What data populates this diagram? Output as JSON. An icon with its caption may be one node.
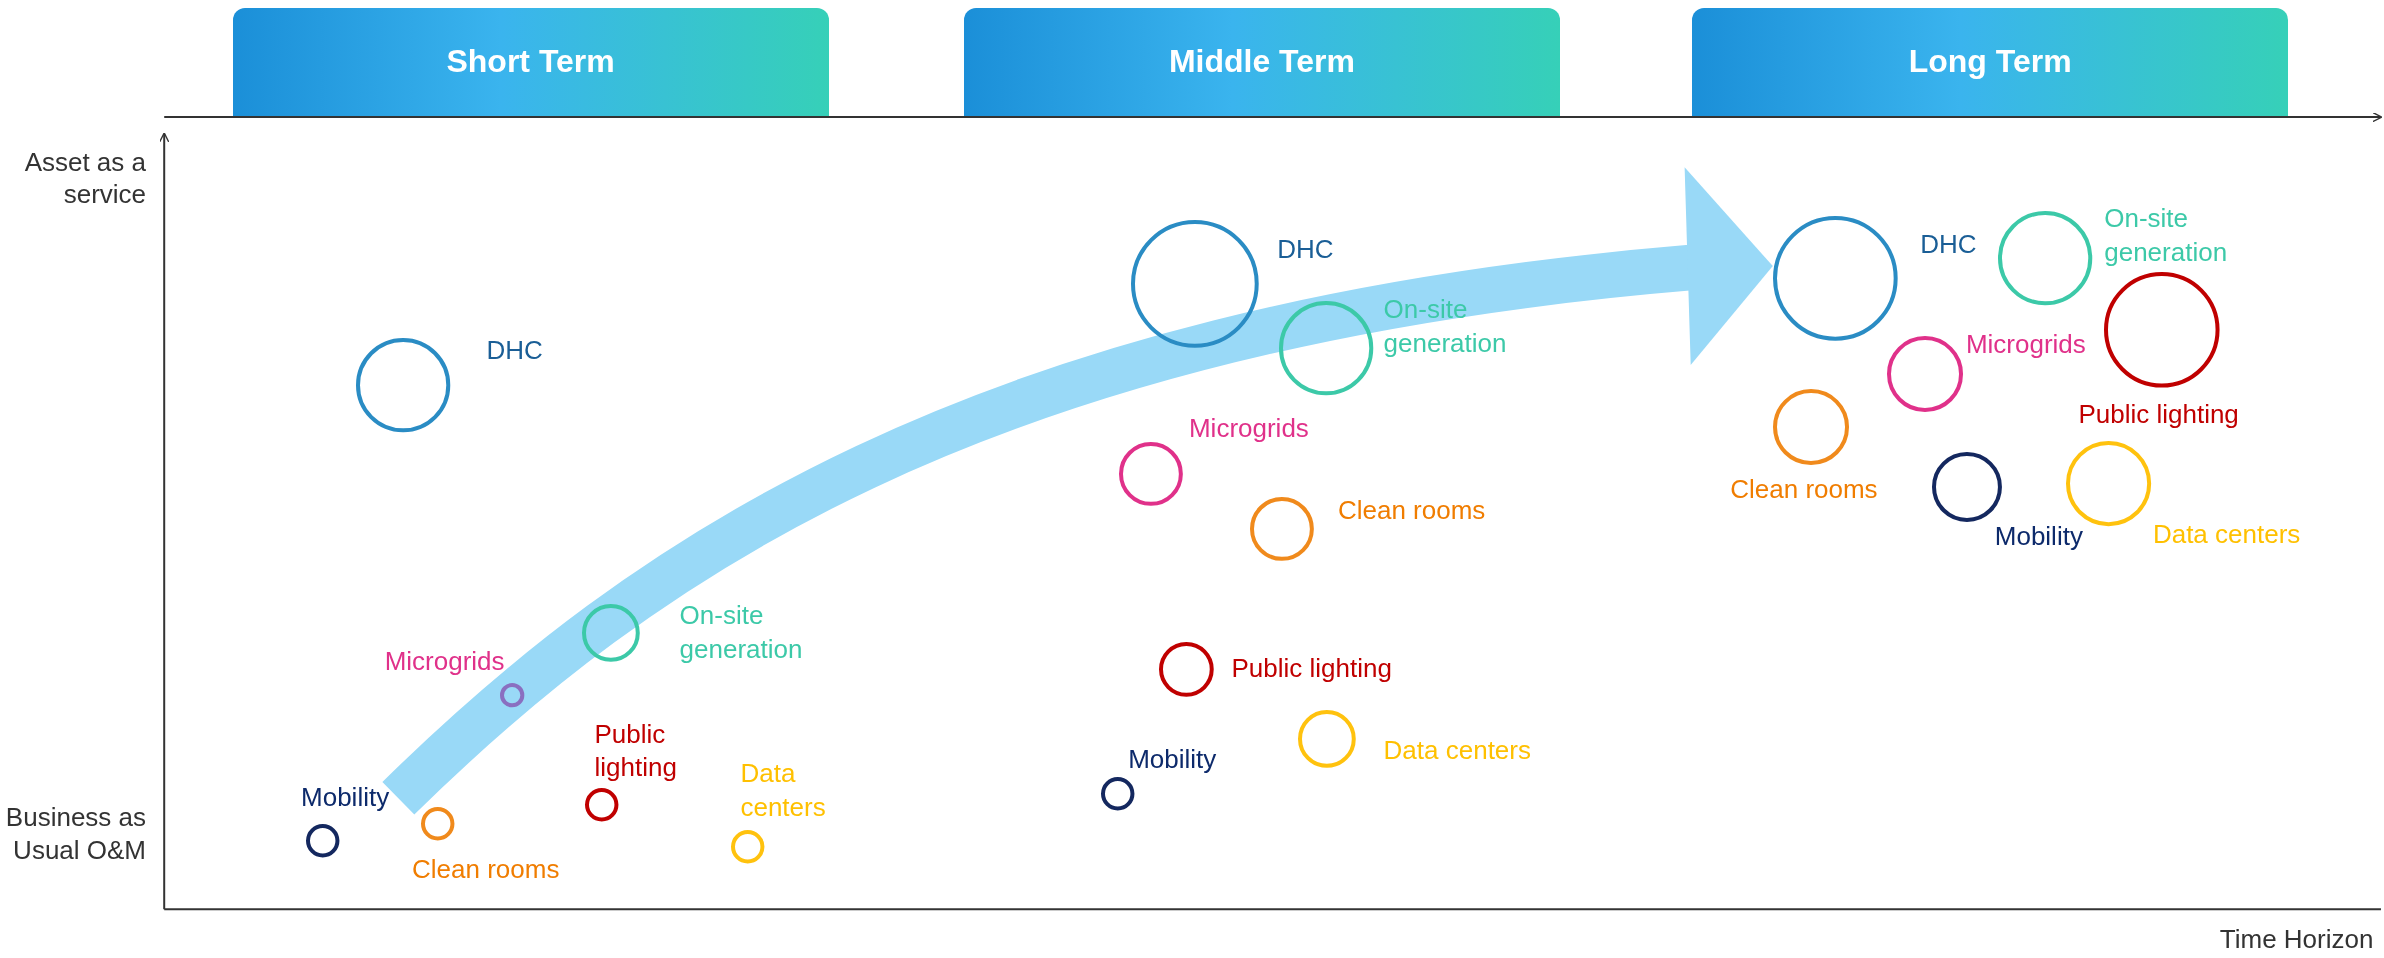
{
  "diagram": {
    "nodes": [
      {
        "text": [
          "Short Term"
        ]
      },
      {
        "text": [
          "Middle Term"
        ]
      },
      {
        "text": [
          "Long Term"
        ]
      },
      {
        "text": [],
        "shape": "circle",
        "beside": [
          "DHC"
        ]
      },
      {
        "text": [],
        "shape": "circle",
        "beside": [
          "On-site generation"
        ]
      },
      {
        "text": [],
        "shape": "circle",
        "beside": [
          "Microgrids"
        ]
      },
      {
        "text": [],
        "shape": "circle",
        "beside": [
          "Public lighting"
        ]
      },
      {
        "text": [],
        "shape": "circle",
        "beside": [
          "Data centers"
        ]
      },
      {
        "text": [],
        "shape": "circle",
        "beside": [
          "Mobility"
        ]
      },
      {
        "text": [],
        "shape": "circle",
        "beside": [
          "Clean rooms"
        ]
      },
      {
        "text": [],
        "shape": "circle",
        "beside": [
          "DHC"
        ]
      },
      {
        "text": [],
        "shape": "circle",
        "beside": [
          "On-site generation"
        ]
      },
      {
        "text": [],
        "shape": "circle",
        "beside": [
          "Microgrids"
        ]
      },
      {
        "text": [],
        "shape": "circle",
        "beside": [
          "Clean rooms"
        ]
      },
      {
        "text": [],
        "shape": "circle",
        "beside": [
          "Public lighting"
        ]
      },
      {
        "text": [],
        "shape": "circle",
        "beside": [
          "Mobility"
        ]
      },
      {
        "text": [],
        "shape": "circle",
        "beside": [
          "Data centers"
        ]
      },
      {
        "text": [],
        "shape": "circle",
        "beside": [
          "DHC"
        ]
      },
      {
        "text": [],
        "shape": "circle",
        "beside": [
          "On-site generation"
        ]
      },
      {
        "text": [],
        "shape": "circle",
        "beside": [
          "Microgrids"
        ]
      },
      {
        "text": [],
        "shape": "circle",
        "beside": [
          "Public lighting"
        ]
      },
      {
        "text": [],
        "shape": "circle",
        "beside": [
          "Clean rooms"
        ]
      },
      {
        "text": [],
        "shape": "circle",
        "beside": [
          "Mobility"
        ]
      },
      {
        "text": [],
        "shape": "circle",
        "beside": [
          "Data centers"
        ]
      }
    ],
    "labels": [
      "Asset as a service",
      "Business as Usual O&M",
      "Time Horizon"
    ]
  }
}
